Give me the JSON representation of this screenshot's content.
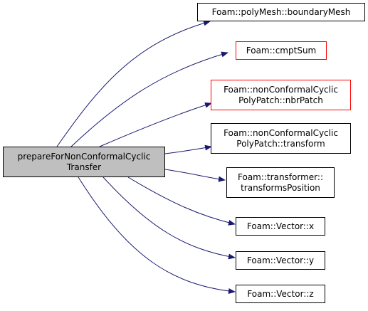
{
  "graph": {
    "root": {
      "lines": [
        "prepareForNonConformalCyclic",
        "Transfer"
      ]
    },
    "callees": [
      {
        "id": "boundaryMesh",
        "lines": [
          "Foam::polyMesh::boundaryMesh"
        ],
        "border": "#000000"
      },
      {
        "id": "cmptSum",
        "lines": [
          "Foam::cmptSum"
        ],
        "border": "#ff0000"
      },
      {
        "id": "nbrPatch",
        "lines": [
          "Foam::nonConformalCyclic",
          "PolyPatch::nbrPatch"
        ],
        "border": "#ff0000"
      },
      {
        "id": "transform",
        "lines": [
          "Foam::nonConformalCyclic",
          "PolyPatch::transform"
        ],
        "border": "#000000"
      },
      {
        "id": "transformsPosition",
        "lines": [
          "Foam::transformer::",
          "transformsPosition"
        ],
        "border": "#000000"
      },
      {
        "id": "vector-x",
        "lines": [
          "Foam::Vector::x"
        ],
        "border": "#000000"
      },
      {
        "id": "vector-y",
        "lines": [
          "Foam::Vector::y"
        ],
        "border": "#000000"
      },
      {
        "id": "vector-z",
        "lines": [
          "Foam::Vector::z"
        ],
        "border": "#000000"
      }
    ],
    "colors": {
      "edge": "#191970",
      "root_fill": "#bfbfbf",
      "linked_border": "#ff0000"
    }
  }
}
